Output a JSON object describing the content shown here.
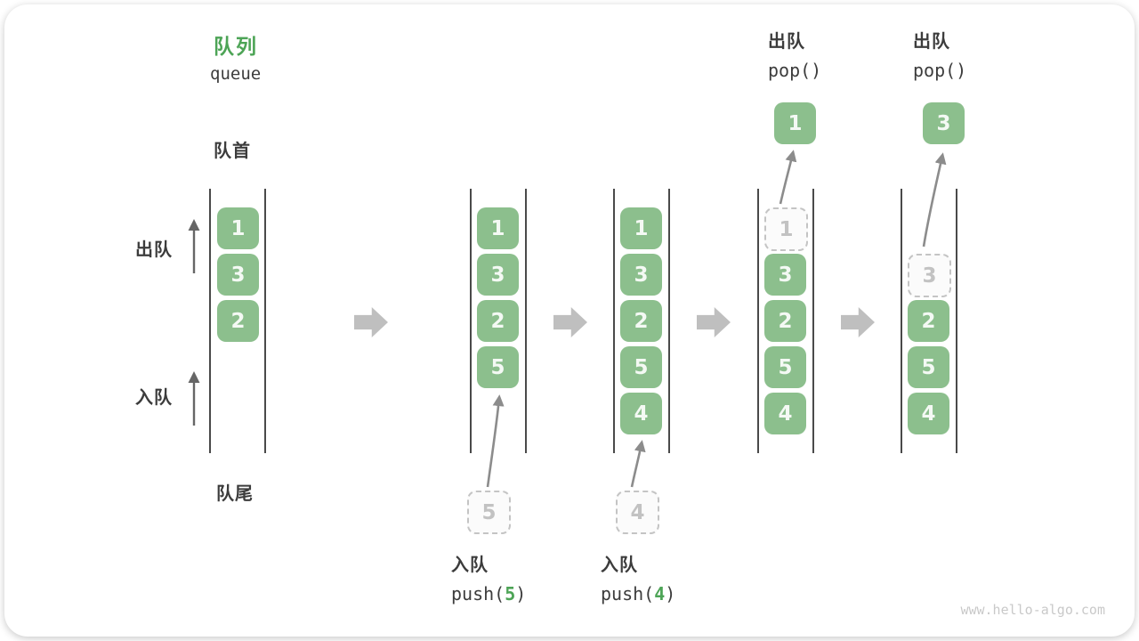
{
  "header": {
    "title": "队列",
    "subtitle": "queue"
  },
  "labels": {
    "front": "队首",
    "rear": "队尾",
    "dequeue_side": "出队",
    "enqueue_side": "入队"
  },
  "states": [
    {
      "slots": [
        "1",
        "3",
        "2"
      ]
    },
    {
      "slots": [
        "1",
        "3",
        "2",
        "5"
      ],
      "incoming": "5"
    },
    {
      "slots": [
        "1",
        "3",
        "2",
        "5",
        "4"
      ],
      "incoming": "4"
    },
    {
      "slots": [
        "1",
        "3",
        "2",
        "5",
        "4"
      ],
      "popped": "1"
    },
    {
      "slots": [
        "3",
        "2",
        "5",
        "4"
      ],
      "popped": "3"
    }
  ],
  "ops": {
    "enqueue5": {
      "name": "入队",
      "fn": "push(",
      "arg": "5",
      "end": ")"
    },
    "enqueue4": {
      "name": "入队",
      "fn": "push(",
      "arg": "4",
      "end": ")"
    },
    "dequeue1": {
      "name": "出队",
      "fn": "pop()"
    },
    "dequeue2": {
      "name": "出队",
      "fn": "pop()"
    }
  },
  "watermark": "www.hello-algo.com",
  "colors": {
    "box_green": "#8cbf8d",
    "title_green": "#4da456",
    "block_arrow_gray": "#bfbfbf",
    "line_dark": "#4a4a4a",
    "dashed_gray": "#c4c4c4"
  }
}
